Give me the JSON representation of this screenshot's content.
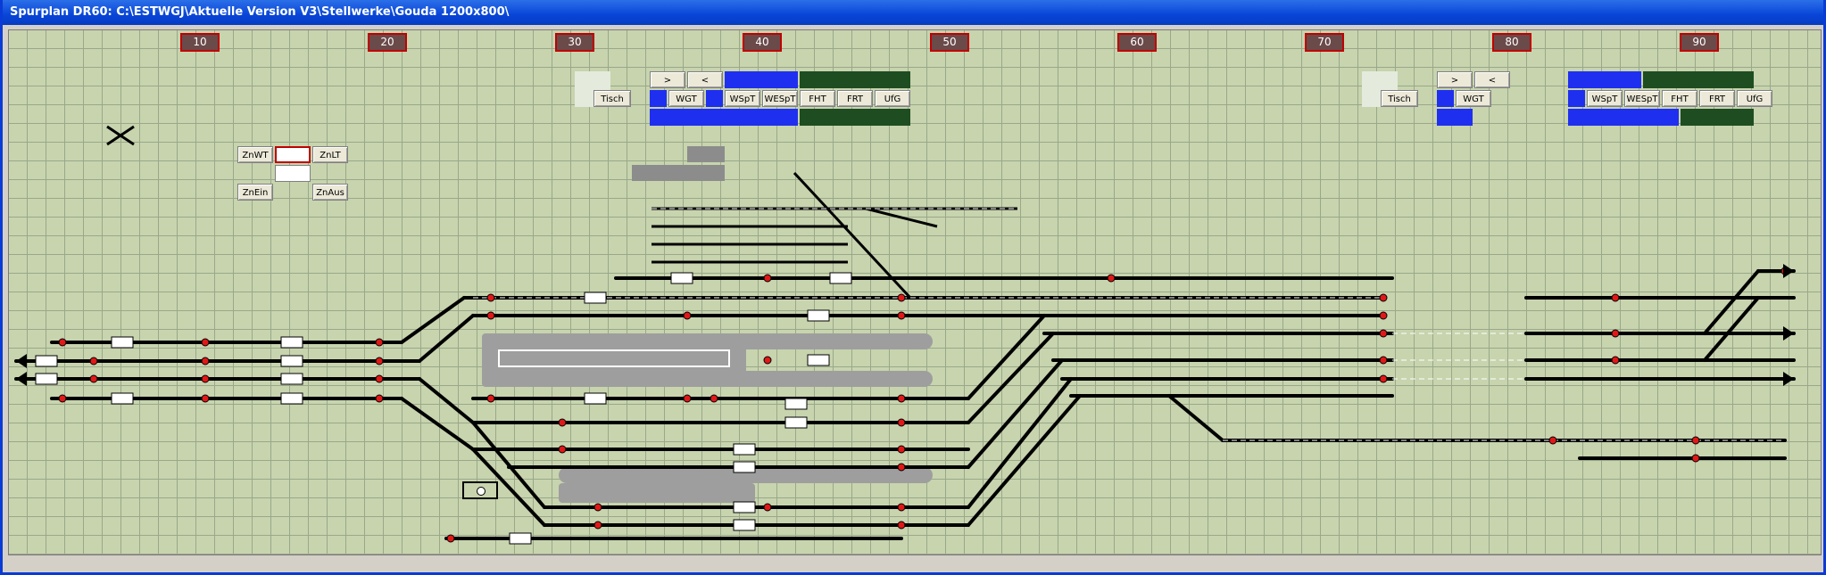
{
  "window": {
    "title": "Spurplan DR60: C:\\ESTWGJ\\Aktuelle Version V3\\Stellwerke\\Gouda 1200x800\\"
  },
  "ruler": [
    "10",
    "20",
    "30",
    "40",
    "50",
    "60",
    "70",
    "80",
    "90"
  ],
  "panel_left": {
    "arrow_right": ">",
    "arrow_left": "<",
    "tisch": "Tisch",
    "wgt": "WGT",
    "wspt": "WSpT",
    "wespt": "WESpT",
    "fht": "FHT",
    "frt": "FRT",
    "ufg": "UfG"
  },
  "panel_right": {
    "arrow_right": ">",
    "arrow_left": "<",
    "tisch": "Tisch",
    "wgt": "WGT",
    "wspt": "WSpT",
    "wespt": "WESpT",
    "fht": "FHT",
    "frt": "FRT",
    "ufg": "UfG"
  },
  "zn_panel": {
    "znwt": "ZnWT",
    "znlt": "ZnLT",
    "znein": "ZnEin",
    "znaus": "ZnAus"
  },
  "colors": {
    "board": "#c7d4ae",
    "track": "#000000",
    "signal_red": "#e01818",
    "key_blue": "#1f2ff0",
    "key_green": "#1e4d22"
  }
}
